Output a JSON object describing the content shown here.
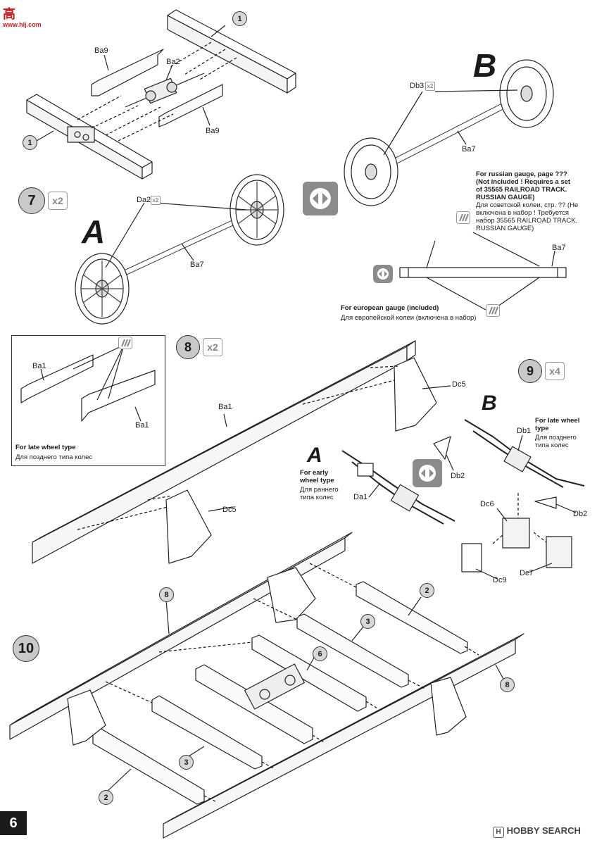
{
  "watermark_top": {
    "logo_cjk": "高",
    "site": "www.hlj.com"
  },
  "watermark_bottom": {
    "brand": "HOBBY SEARCH",
    "logo": "H"
  },
  "page_number": "6",
  "steps": [
    {
      "num": "7",
      "mult": "x2"
    },
    {
      "num": "8",
      "mult": "x2"
    },
    {
      "num": "9",
      "mult": "x4"
    },
    {
      "num": "10",
      "mult": ""
    }
  ],
  "letters": {
    "A": "A",
    "B": "B"
  },
  "callouts": {
    "one": "1",
    "two": "2",
    "three": "3",
    "six": "6",
    "eight": "8"
  },
  "part_labels": {
    "ba9": "Ba9",
    "ba2": "Ba2",
    "ba7": "Ba7",
    "ba1": "Ba1",
    "da2": "Da2",
    "db3": "Db3",
    "da1": "Da1",
    "db1": "Db1",
    "db2": "Db2",
    "dc5": "Dc5",
    "dc6": "Dc6",
    "dc7": "Dc7",
    "dc9": "Dc9",
    "x2": "x2"
  },
  "notes": {
    "russian_en": "For russian gauge, page ??? (Not included ! Requires a set of 35565 RAILROAD TRACK. RUSSIAN GAUGE)",
    "russian_ru": "Для советской колеи, стр. ?? (Не включена в набор ! Требуется набор 35565 RAILROAD TRACK. RUSSIAN GAUGE)",
    "european_en": "For european gauge (included)",
    "european_ru": "Для европейской колеи (включена в набор)",
    "late_type_en": "For late wheel type",
    "late_type_ru": "Для позднего типа колес",
    "early_wheel_en": "For early wheel type",
    "early_wheel_ru": "Для раннего типа колес",
    "late_wheel_en": "For late wheel type",
    "late_wheel_ru": "Для позднего типа колес"
  }
}
